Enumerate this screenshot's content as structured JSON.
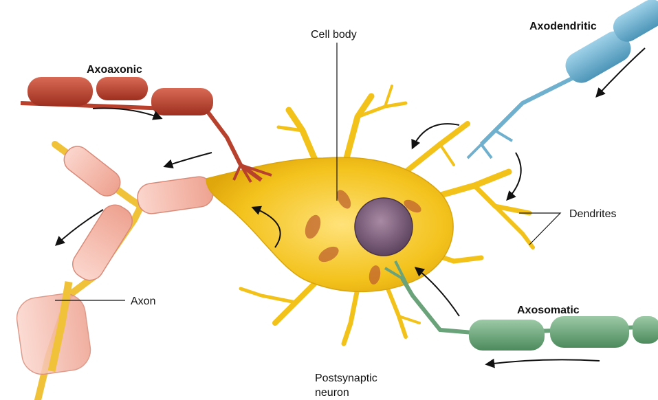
{
  "labels": {
    "cell_body": "Cell body",
    "axodendritic": "Axodendritic",
    "axoaxonic": "Axoaxonic",
    "dendrites": "Dendrites",
    "axon": "Axon",
    "axosomatic": "Axosomatic",
    "postsynaptic_line1": "Postsynaptic",
    "postsynaptic_line2": "neuron"
  },
  "colors": {
    "postsynaptic_neuron": "#f2c21a",
    "axoaxonic_axon": "#b8412e",
    "axodendritic_axon": "#6fb0cf",
    "axosomatic_axon": "#6aa37a",
    "postsynaptic_axon_myelin": "#f4b7a8",
    "nucleus": "#7a5a78"
  }
}
